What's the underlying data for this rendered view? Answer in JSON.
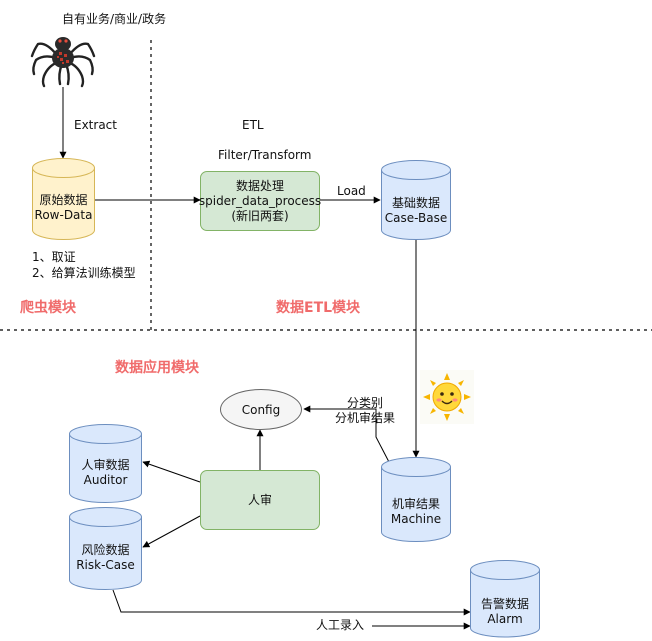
{
  "title_source": "自有业务/商业/政务",
  "labels": {
    "extract": "Extract",
    "etl": "ETL",
    "filter_transform": "Filter/Transform",
    "load": "Load",
    "notes": [
      "1、取证",
      "2、给算法训练模型"
    ],
    "classify": [
      "分类别",
      "分机审结果"
    ],
    "manual_entry": "人工录入"
  },
  "sections": {
    "crawler": "爬虫模块",
    "etl": "数据ETL模块",
    "app": "数据应用模块"
  },
  "nodes": {
    "row_data": [
      "原始数据",
      "Row-Data"
    ],
    "process": [
      "数据处理",
      "spider_data_process",
      "(新旧两套)"
    ],
    "case_base": [
      "基础数据",
      "Case-Base"
    ],
    "config": "Config",
    "review": "人审",
    "auditor": [
      "人审数据",
      "Auditor"
    ],
    "risk_case": [
      "风险数据",
      "Risk-Case"
    ],
    "machine": [
      "机审结果",
      "Machine"
    ],
    "alarm": [
      "告警数据",
      "Alarm"
    ]
  },
  "colors": {
    "yellow_fill": "#fff2cc",
    "yellow_stroke": "#d6b656",
    "blue_fill": "#dae8fc",
    "blue_stroke": "#6c8ebf",
    "green_fill": "#d5e8d4",
    "green_stroke": "#82b366",
    "section_red": "#f06b6b"
  },
  "icons": [
    "spider-icon",
    "sun-icon"
  ]
}
